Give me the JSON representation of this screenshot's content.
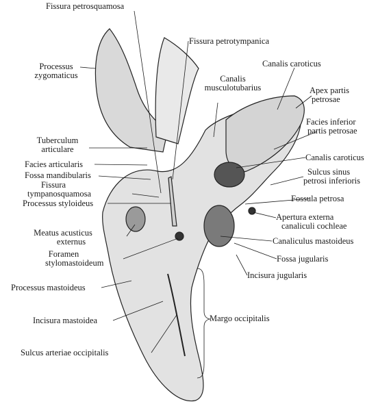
{
  "labels": {
    "fissura_petrosquamosa": "Fissura petrosquamosa",
    "fissura_petrotympanica": "Fissura petrotympanica",
    "processus_zygomaticus_1": "Processus",
    "processus_zygomaticus_2": "zygomaticus",
    "canalis_caroticus_top": "Canalis caroticus",
    "canalis_musculotubarius_1": "Canalis",
    "canalis_musculotubarius_2": "musculotubarius",
    "apex_partis_petrosae_1": "Apex partis",
    "apex_partis_petrosae_2": "petrosae",
    "facies_inferior_1": "Facies inferior",
    "facies_inferior_2": "partis petrosae",
    "tuberculum_articulare_1": "Tuberculum",
    "tuberculum_articulare_2": "articulare",
    "canalis_caroticus_mid": "Canalis caroticus",
    "facies_articularis": "Facies articularis",
    "fossa_mandibularis": "Fossa mandibularis",
    "sulcus_sinus_1": "Sulcus sinus",
    "sulcus_sinus_2": "petrosi inferioris",
    "fissura_tympanosquamosa_1": "Fissura",
    "fissura_tympanosquamosa_2": "tympanosquamosa",
    "fossula_petrosa": "Fossula petrosa",
    "processus_styloideus": "Processus styloideus",
    "apertura_externa_1": "Apertura externa",
    "apertura_externa_2": "canaliculi cochleae",
    "meatus_acusticus_1": "Meatus acusticus",
    "meatus_acusticus_2": "externus",
    "canaliculus_mastoideus": "Canaliculus mastoideus",
    "foramen_stylomastoideum_1": "Foramen",
    "foramen_stylomastoideum_2": "stylomastoideum",
    "fossa_jugularis": "Fossa jugularis",
    "incisura_jugularis": "Incisura jugularis",
    "processus_mastoideus": "Processus mastoideus",
    "incisura_mastoidea": "Incisura mastoidea",
    "margo_occipitalis": "Margo occipitalis",
    "sulcus_arteriae_occipitalis": "Sulcus arteriae occipitalis"
  }
}
